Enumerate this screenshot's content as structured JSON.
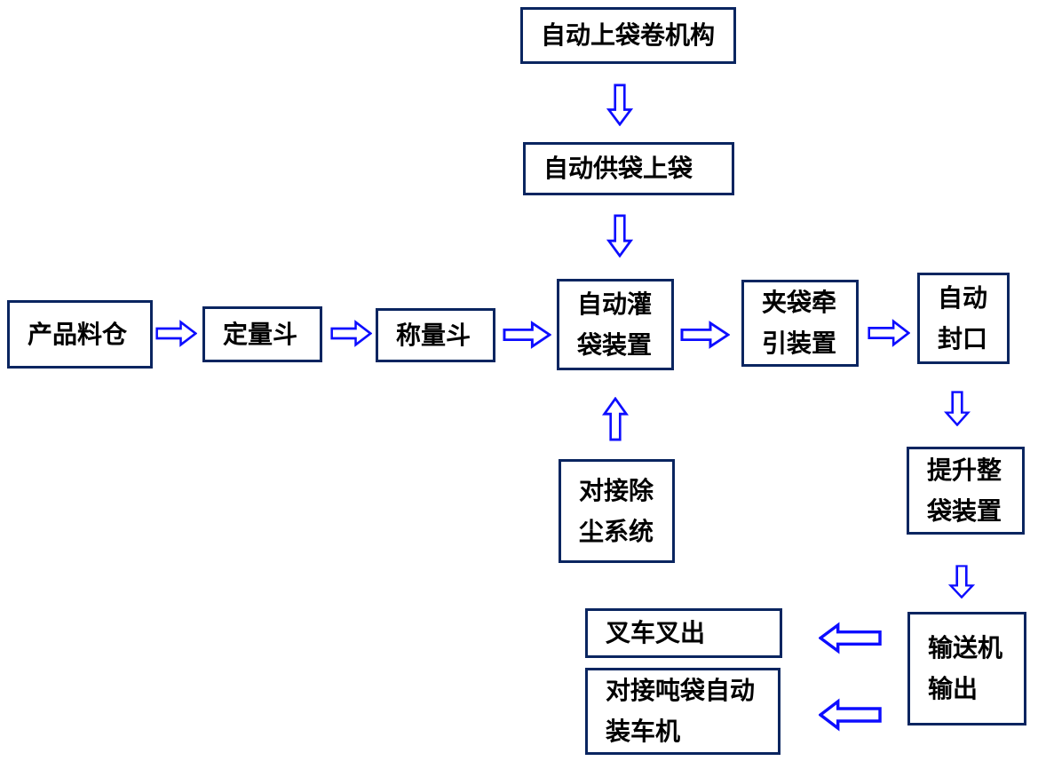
{
  "diagram_title": "automatic-bagging-line-flowchart",
  "colors": {
    "box_border": "#0a2560",
    "arrow_blue": "#0d0dff",
    "text": "#000000",
    "background": "#ffffff"
  },
  "nodes": {
    "bag_roll": {
      "line1": "自动上袋卷机构"
    },
    "bag_feed": {
      "line1": "自动供袋上袋"
    },
    "silo": {
      "line1": "产品料仓"
    },
    "dosing": {
      "line1": "定量斗"
    },
    "weighing": {
      "line1": "称量斗"
    },
    "filling": {
      "line1": "自动灌",
      "line2": "袋装置"
    },
    "clamp": {
      "line1": "夹袋牵",
      "line2": "引装置"
    },
    "sealing": {
      "line1": "自动",
      "line2": "封口"
    },
    "dust": {
      "line1": "对接除",
      "line2": "尘系统"
    },
    "lift": {
      "line1": "提升整",
      "line2": "袋装置"
    },
    "conveyor": {
      "line1": "输送机",
      "line2": "输出"
    },
    "forklift": {
      "line1": "叉车叉出"
    },
    "loader": {
      "line1": "对接吨袋自动",
      "line2": "装车机"
    }
  },
  "edges": [
    {
      "from": "bag_roll",
      "to": "bag_feed",
      "direction": "down"
    },
    {
      "from": "bag_feed",
      "to": "filling",
      "direction": "down"
    },
    {
      "from": "silo",
      "to": "dosing",
      "direction": "right"
    },
    {
      "from": "dosing",
      "to": "weighing",
      "direction": "right"
    },
    {
      "from": "weighing",
      "to": "filling",
      "direction": "right"
    },
    {
      "from": "filling",
      "to": "clamp",
      "direction": "right"
    },
    {
      "from": "clamp",
      "to": "sealing",
      "direction": "right"
    },
    {
      "from": "dust",
      "to": "filling",
      "direction": "up"
    },
    {
      "from": "sealing",
      "to": "lift",
      "direction": "down"
    },
    {
      "from": "lift",
      "to": "conveyor",
      "direction": "down"
    },
    {
      "from": "conveyor",
      "to": "forklift",
      "direction": "left"
    },
    {
      "from": "conveyor",
      "to": "loader",
      "direction": "left"
    }
  ]
}
